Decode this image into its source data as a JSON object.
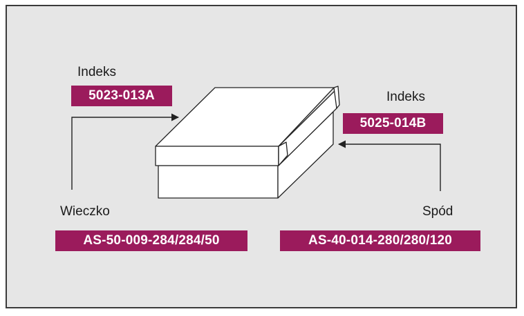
{
  "lid": {
    "heading": "Indeks",
    "index_code": "5023-013A",
    "name": "Wieczko",
    "part_code": "AS-50-009-284/284/50"
  },
  "base": {
    "heading": "Indeks",
    "index_code": "5025-014B",
    "name": "Spód",
    "part_code": "AS-40-014-280/280/120"
  },
  "colors": {
    "badge": "#9b1b5c",
    "panel": "#e6e6e6",
    "box_fill": "#ffffff",
    "outline": "#222222"
  }
}
